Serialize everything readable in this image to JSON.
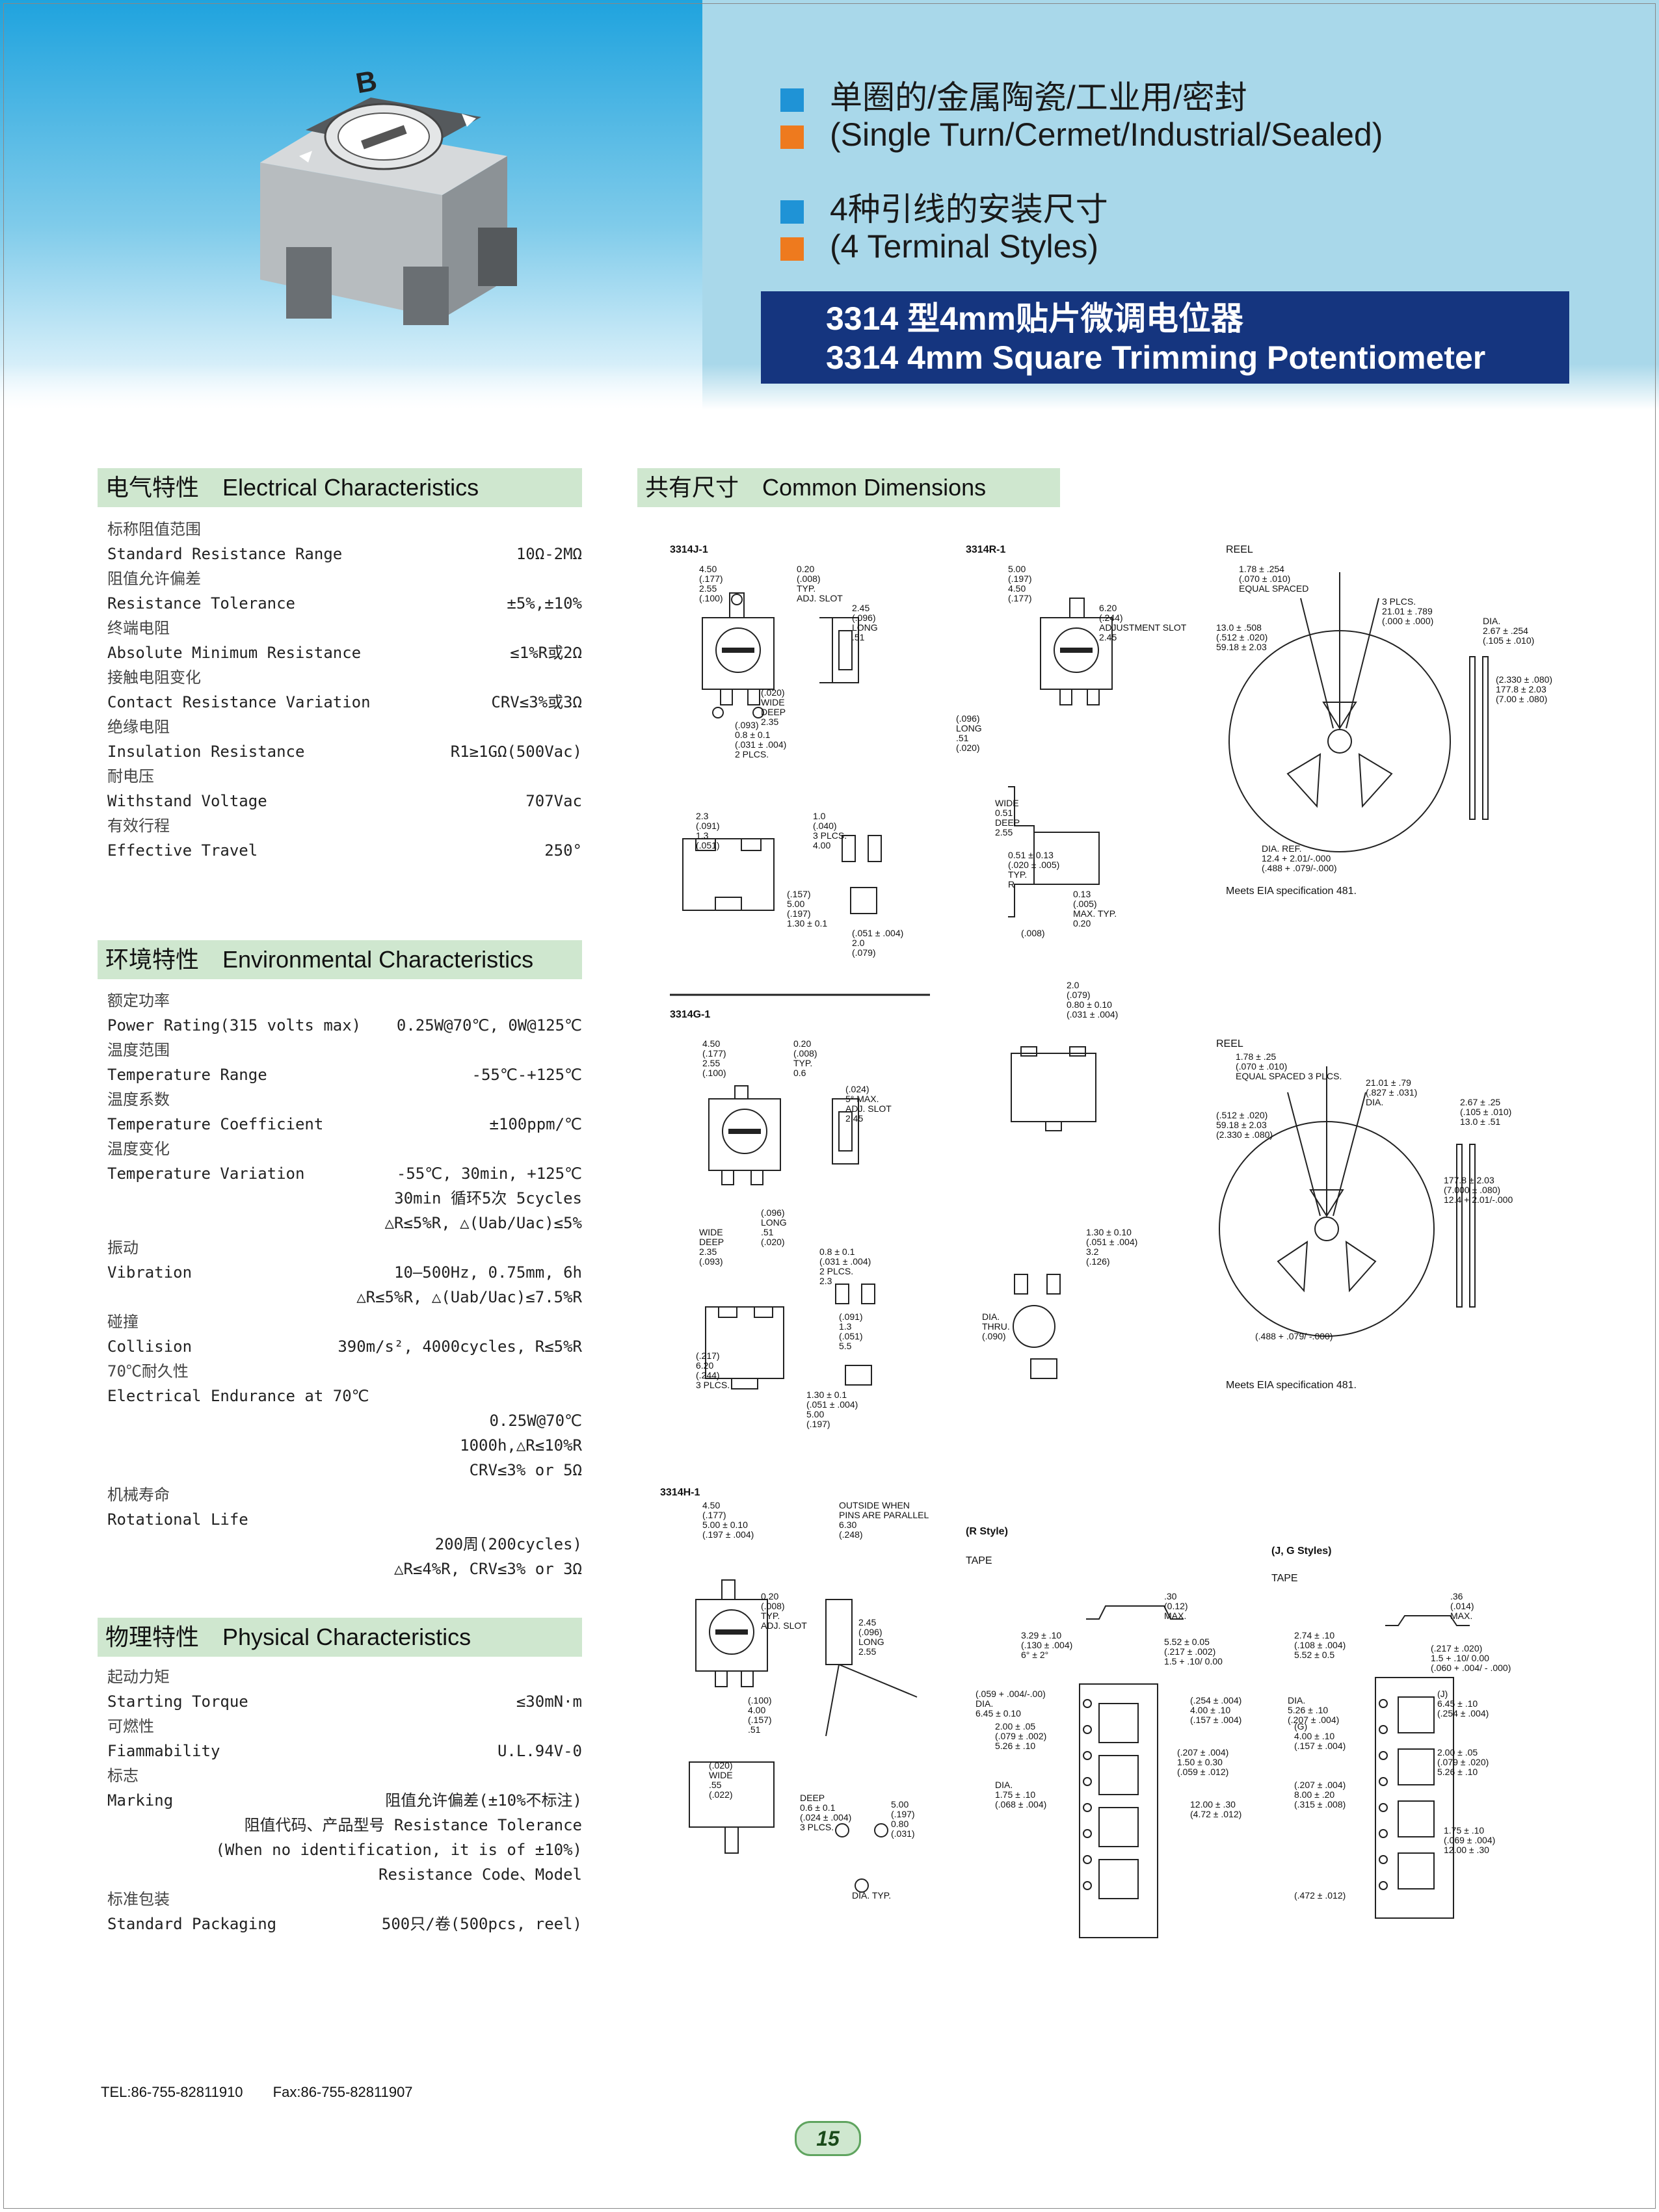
{
  "header": {
    "bullets": [
      {
        "text": "单圈的/金属陶瓷/工业用/密封",
        "color": "#1f93d6"
      },
      {
        "text": "(Single Turn/Cermet/Industrial/Sealed)",
        "color": "#ee7a1e"
      },
      {
        "text": "4种引线的安装尺寸",
        "color": "#1f93d6"
      },
      {
        "text": "(4 Terminal Styles)",
        "color": "#ee7a1e"
      }
    ],
    "title_cn": "3314 型4mm贴片微调电位器",
    "title_en": "3314 4mm Square Trimming Potentiometer",
    "title_bg": "#15357f"
  },
  "sections": {
    "electrical": {
      "title": "电气特性　Electrical Characteristics"
    },
    "environmental": {
      "title": "环境特性　Environmental Characteristics"
    },
    "physical": {
      "title": "物理特性　Physical Characteristics"
    },
    "dimensions": {
      "title": "共有尺寸　Common Dimensions"
    }
  },
  "electrical": [
    {
      "cn": "标称阻值范围",
      "en": "Standard Resistance Range",
      "val": "10Ω-2MΩ"
    },
    {
      "cn": "阻值允许偏差",
      "en": "Resistance Tolerance",
      "val": "±5%,±10%"
    },
    {
      "cn": "终端电阻",
      "en": "Absolute Minimum Resistance",
      "val": "≤1%R或2Ω"
    },
    {
      "cn": "接触电阻变化",
      "en": "Contact Resistance Variation",
      "val": "CRV≤3%或3Ω"
    },
    {
      "cn": "绝缘电阻",
      "en": "Insulation Resistance",
      "val": "R1≥1GΩ(500Vac)"
    },
    {
      "cn": "耐电压",
      "en": "Withstand Voltage",
      "val": "707Vac"
    },
    {
      "cn": "有效行程",
      "en": "Effective Travel",
      "val": "250°"
    }
  ],
  "environmental": [
    {
      "cn": "额定功率",
      "en": "Power Rating(315 volts max)",
      "val": "0.25W@70℃, 0W@125℃",
      "extra": []
    },
    {
      "cn": "温度范围",
      "en": "Temperature Range",
      "val": "-55℃-+125℃",
      "extra": []
    },
    {
      "cn": "温度系数",
      "en": "Temperature Coefficient",
      "val": "±100ppm/℃",
      "extra": []
    },
    {
      "cn": "温度变化",
      "en": "Temperature Variation",
      "val": "-55℃, 30min, +125℃",
      "extra": [
        "30min 循环5次 5cycles",
        "△R≤5%R, △(Uab/Uac)≤5%"
      ]
    },
    {
      "cn": "振动",
      "en": "Vibration",
      "val": "10—500Hz, 0.75mm, 6h",
      "extra": [
        "△R≤5%R, △(Uab/Uac)≤7.5%R"
      ]
    },
    {
      "cn": "碰撞",
      "en": "Collision",
      "val": "390m/s², 4000cycles, R≤5%R",
      "extra": []
    },
    {
      "cn": "70℃耐久性",
      "en": "Electrical Endurance at 70℃",
      "val": "",
      "extra": [
        "0.25W@70℃",
        "1000h,△R≤10%R",
        "CRV≤3% or 5Ω"
      ]
    },
    {
      "cn": "机械寿命",
      "en": "Rotational Life",
      "val": "",
      "extra": [
        "200周(200cycles)",
        "△R≤4%R, CRV≤3% or 3Ω"
      ]
    }
  ],
  "physical": [
    {
      "cn": "起动力矩",
      "en": "Starting Torque",
      "val": "≤30mN·m",
      "extra": []
    },
    {
      "cn": "可燃性",
      "en": "Fiammability",
      "val": "U.L.94V-0",
      "extra": []
    },
    {
      "cn": "标志",
      "en": "Marking",
      "val": "阻值允许偏差(±10%不标注)",
      "extra": [
        "阻值代码、产品型号 Resistance Tolerance",
        "(When no identification, it is of ±10%)",
        "Resistance Code、Model"
      ]
    },
    {
      "cn": "标准包装",
      "en": "Standard Packaging",
      "val": "500只/卷(500pcs, reel)",
      "extra": []
    }
  ],
  "diagrams": {
    "j": {
      "label": "3314J-1",
      "dims": [
        "4.50",
        "(.177)",
        "2.55",
        "(.100)",
        "0.20",
        "(.008)",
        "TYP.",
        "ADJ. SLOT",
        "2.45",
        "(.096)",
        "LONG",
        ".51",
        "(.020)",
        "WIDE",
        "DEEP",
        "2.35",
        "(.093)",
        "0.8 ± 0.1",
        "(.031 ± .004)",
        "2 PLCS.",
        "2.3",
        "(.091)",
        "1.3",
        "(.051)",
        "1.0",
        "(.040)",
        "3 PLCS.",
        "4.00",
        "(.157)",
        "5.00",
        "(.197)",
        "1.30 ± 0.1",
        "(.051 ± .004)",
        "2.0",
        "(.079)"
      ]
    },
    "r": {
      "label": "3314R-1",
      "dims": [
        "5.00",
        "(.197)",
        "4.50",
        "(.177)",
        "6.20",
        "(.244)",
        "ADJUSTMENT SLOT",
        "2.45",
        "(.096)",
        "LONG",
        ".51",
        "(.020)",
        "WIDE",
        "0.51",
        "DEEP",
        "2.55",
        "0.51 ± 0.13",
        "(.020 ± .005)",
        "TYP.",
        "R",
        "0.13",
        "(.005)",
        "MAX. TYP.",
        "0.20",
        "(.008)"
      ]
    },
    "g": {
      "label": "3314G-1",
      "dims": [
        "4.50",
        "(.177)",
        "2.55",
        "(.100)",
        "0.20",
        "(.008)",
        "TYP.",
        "0.6",
        "(.024)",
        "5° MAX.",
        "ADJ. SLOT",
        "2.45",
        "(.096)",
        "LONG",
        ".51",
        "(.020)",
        "WIDE",
        "DEEP",
        "2.35",
        "(.093)",
        "0.8 ± 0.1",
        "(.031 ± .004)",
        "2 PLCS.",
        "2.3",
        "(.091)",
        "1.3",
        "(.051)",
        "5.5",
        "(.217)",
        "6.20",
        "(.244)",
        "3 PLCS.",
        "1.30 ± 0.1",
        "(.051 ± .004)",
        "5.00",
        "(.197)",
        "2.0",
        "(.079)",
        "0.80 ± 0.10",
        "(.031 ± .004)",
        "1.30 ± 0.10",
        "(.051 ± .004)",
        "3.2",
        "(.126)",
        "DIA.",
        "THRU.",
        "(.090)"
      ]
    },
    "h": {
      "label": "3314H-1",
      "dims": [
        "4.50",
        "(.177)",
        "5.00 ± 0.10",
        "(.197 ± .004)",
        "OUTSIDE WHEN",
        "PINS ARE PARALLEL",
        "6.30",
        "(.248)",
        "0.20",
        "(.008)",
        "TYP.",
        "ADJ. SLOT",
        "2.45",
        "(.096)",
        "LONG",
        "2.55",
        "(.100)",
        "4.00",
        "(.157)",
        ".51",
        "(.020)",
        "WIDE",
        ".55",
        "(.022)",
        "DEEP",
        "0.6 ± 0.1",
        "(.024 ± .004)",
        "3 PLCS.",
        "5.00",
        "(.197)",
        "0.80",
        "(.031)",
        "DIA. TYP."
      ]
    },
    "reel1": {
      "label": "REEL",
      "dims": [
        "1.78 ± .254",
        "(.070 ± .010)",
        "EQUAL SPACED",
        "3 PLCS.",
        "21.01 ± .789",
        "(.000 ± .000)",
        "DIA.",
        "2.67 ± .254",
        "(.105 ± .010)",
        "13.0 ± .508",
        "(.512 ± .020)",
        "59.18 ± 2.03",
        "(2.330 ± .080)",
        "177.8 ± 2.03",
        "(7.00 ± .080)",
        "DIA. REF.",
        "12.4 + 2.01/-.000",
        "(.488 + .079/-.000)"
      ],
      "note": "Meets EIA specification 481."
    },
    "reel2": {
      "label": "REEL",
      "dims": [
        "1.78 ± .25",
        "(.070 ± .010)",
        "EQUAL SPACED 3 PLCS.",
        "21.01 ± .79",
        "(.827 ± .031)",
        "DIA.",
        "2.67 ± .25",
        "(.105 ± .010)",
        "13.0 ± .51",
        "(.512 ± .020)",
        "59.18 ± 2.03",
        "(2.330 ± .080)",
        "177.8 ± 2.03",
        "(7.000 ± .080)",
        "12.4 + 2.01/-.000",
        "(.488 + .079/ -.000)"
      ],
      "note": "Meets EIA specification 481."
    },
    "tapeR": {
      "label": "(R Style)",
      "sub": "TAPE",
      "dims": [
        ".30",
        "(0.12)",
        "MAX.",
        "3.29 ± .10",
        "(.130 ± .004)",
        "6° ± 2°",
        "5.52 ± 0.05",
        "(.217 ± .002)",
        "1.5 + .10/ 0.00",
        "(.059 + .004/-.00)",
        "DIA.",
        "6.45 ± 0.10",
        "(.254 ± .004)",
        "4.00 ± .10",
        "(.157 ± .004)",
        "2.00 ± .05",
        "(.079 ± .002)",
        "5.26 ± .10",
        "(.207 ± .004)",
        "1.50 ± 0.30",
        "(.059 ± .012)",
        "DIA.",
        "1.75 ± .10",
        "(.068 ± .004)",
        "12.00 ± .30",
        "(4.72 ± .012)"
      ]
    },
    "tapeJG": {
      "label": "(J, G Styles)",
      "sub": "TAPE",
      "dims": [
        ".36",
        "(.014)",
        "MAX.",
        "2.74 ± .10",
        "(.108 ± .004)",
        "5.52 ± 0.5",
        "(.217 ± .020)",
        "1.5 + .10/ 0.00",
        "(.060 + .004/ - .000)",
        "DIA.",
        "5.26 ± .10",
        "(.207 ± .004)",
        "(J)",
        "6.45 ± .10",
        "(.254 ± .004)",
        "(G)",
        "4.00 ± .10",
        "(.157 ± .004)",
        "2.00 ± .05",
        "(.079 ± .020)",
        "5.26 ± .10",
        "(.207 ± .004)",
        "8.00 ± .20",
        "(.315 ± .008)",
        "1.75 ± .10",
        "(.069 ± .004)",
        "12.00 ± .30",
        "(.472 ± .012)"
      ]
    }
  },
  "footer": {
    "tel": "TEL:86-755-82811910",
    "fax": "Fax:86-755-82811907"
  },
  "page_number": "15"
}
